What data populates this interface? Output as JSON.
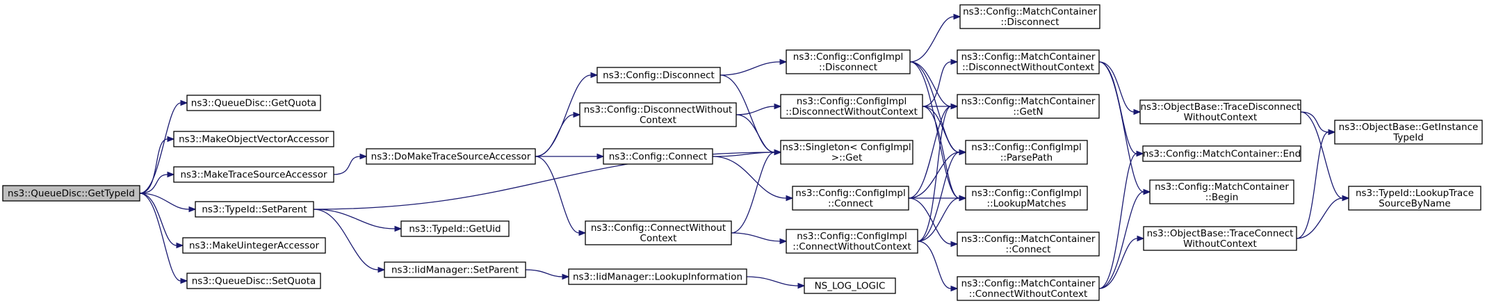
{
  "diagram": {
    "type": "call-graph",
    "colors": {
      "edge": "#191970",
      "root_fill": "#bfbfbf",
      "node_fill": "#ffffff",
      "border": "#000000"
    },
    "nodes": [
      {
        "id": "n_getTypeId",
        "lines": [
          "ns3::QueueDisc::GetTypeId"
        ],
        "root": true
      },
      {
        "id": "n_getQuota",
        "lines": [
          "ns3::QueueDisc::GetQuota"
        ]
      },
      {
        "id": "n_makeObjVec",
        "lines": [
          "ns3::MakeObjectVectorAccessor"
        ]
      },
      {
        "id": "n_makeTraceSrc",
        "lines": [
          "ns3::MakeTraceSourceAccessor"
        ]
      },
      {
        "id": "n_typeIdSetParent",
        "lines": [
          "ns3::TypeId::SetParent"
        ]
      },
      {
        "id": "n_makeUint",
        "lines": [
          "ns3::MakeUintegerAccessor"
        ]
      },
      {
        "id": "n_setQuota",
        "lines": [
          "ns3::QueueDisc::SetQuota"
        ]
      },
      {
        "id": "n_doMake",
        "lines": [
          "ns3::DoMakeTraceSourceAccessor"
        ]
      },
      {
        "id": "n_getUid",
        "lines": [
          "ns3::TypeId::GetUid"
        ]
      },
      {
        "id": "n_iidSetParent",
        "lines": [
          "ns3::IidManager::SetParent"
        ]
      },
      {
        "id": "n_cfgDisconnect",
        "lines": [
          "ns3::Config::Disconnect"
        ]
      },
      {
        "id": "n_cfgDisconnectWC",
        "lines": [
          "ns3::Config::DisconnectWithout",
          "Context"
        ]
      },
      {
        "id": "n_cfgConnect",
        "lines": [
          "ns3::Config::Connect"
        ]
      },
      {
        "id": "n_cfgConnectWC",
        "lines": [
          "ns3::Config::ConnectWithout",
          "Context"
        ]
      },
      {
        "id": "n_iidLookup",
        "lines": [
          "ns3::IidManager::LookupInformation"
        ]
      },
      {
        "id": "n_implDisconnect",
        "lines": [
          "ns3::Config::ConfigImpl",
          "::Disconnect"
        ]
      },
      {
        "id": "n_implDisconnectWC",
        "lines": [
          "ns3::Config::ConfigImpl",
          "::DisconnectWithoutContext"
        ]
      },
      {
        "id": "n_singletonGet",
        "lines": [
          "ns3::Singleton< ConfigImpl",
          ">::Get"
        ]
      },
      {
        "id": "n_implConnect",
        "lines": [
          "ns3::Config::ConfigImpl",
          "::Connect"
        ]
      },
      {
        "id": "n_implConnectWC",
        "lines": [
          "ns3::Config::ConfigImpl",
          "::ConnectWithoutContext"
        ]
      },
      {
        "id": "n_nsLogLogic",
        "lines": [
          "NS_LOG_LOGIC"
        ]
      },
      {
        "id": "n_mcDisconnect",
        "lines": [
          "ns3::Config::MatchContainer",
          "::Disconnect"
        ]
      },
      {
        "id": "n_mcDisconnectWC",
        "lines": [
          "ns3::Config::MatchContainer",
          "::DisconnectWithoutContext"
        ]
      },
      {
        "id": "n_mcGetN",
        "lines": [
          "ns3::Config::MatchContainer",
          "::GetN"
        ]
      },
      {
        "id": "n_implParsePath",
        "lines": [
          "ns3::Config::ConfigImpl",
          "::ParsePath"
        ]
      },
      {
        "id": "n_implLookupMatches",
        "lines": [
          "ns3::Config::ConfigImpl",
          "::LookupMatches"
        ]
      },
      {
        "id": "n_mcConnect",
        "lines": [
          "ns3::Config::MatchContainer",
          "::Connect"
        ]
      },
      {
        "id": "n_mcConnectWC",
        "lines": [
          "ns3::Config::MatchContainer",
          "::ConnectWithoutContext"
        ]
      },
      {
        "id": "n_obTraceDisconnectWC",
        "lines": [
          "ns3::ObjectBase::TraceDisconnect",
          "WithoutContext"
        ]
      },
      {
        "id": "n_mcEnd",
        "lines": [
          "ns3::Config::MatchContainer::End"
        ]
      },
      {
        "id": "n_mcBegin",
        "lines": [
          "ns3::Config::MatchContainer",
          "::Begin"
        ]
      },
      {
        "id": "n_obTraceConnectWC",
        "lines": [
          "ns3::ObjectBase::TraceConnect",
          "WithoutContext"
        ]
      },
      {
        "id": "n_obGetInstanceTypeId",
        "lines": [
          "ns3::ObjectBase::GetInstance",
          "TypeId"
        ]
      },
      {
        "id": "n_typeIdLookupTrace",
        "lines": [
          "ns3::TypeId::LookupTrace",
          "SourceByName"
        ]
      }
    ],
    "edges": [
      [
        "n_getTypeId",
        "n_getQuota"
      ],
      [
        "n_getTypeId",
        "n_makeObjVec"
      ],
      [
        "n_getTypeId",
        "n_makeTraceSrc"
      ],
      [
        "n_getTypeId",
        "n_typeIdSetParent"
      ],
      [
        "n_getTypeId",
        "n_makeUint"
      ],
      [
        "n_getTypeId",
        "n_setQuota"
      ],
      [
        "n_makeTraceSrc",
        "n_doMake"
      ],
      [
        "n_typeIdSetParent",
        "n_singletonGet"
      ],
      [
        "n_typeIdSetParent",
        "n_getUid"
      ],
      [
        "n_typeIdSetParent",
        "n_iidSetParent"
      ],
      [
        "n_doMake",
        "n_cfgDisconnect"
      ],
      [
        "n_doMake",
        "n_cfgDisconnectWC"
      ],
      [
        "n_doMake",
        "n_cfgConnect"
      ],
      [
        "n_doMake",
        "n_cfgConnectWC"
      ],
      [
        "n_iidSetParent",
        "n_iidLookup"
      ],
      [
        "n_iidLookup",
        "n_nsLogLogic"
      ],
      [
        "n_cfgDisconnect",
        "n_implDisconnect"
      ],
      [
        "n_cfgDisconnect",
        "n_singletonGet"
      ],
      [
        "n_cfgDisconnectWC",
        "n_implDisconnectWC"
      ],
      [
        "n_cfgDisconnectWC",
        "n_singletonGet"
      ],
      [
        "n_cfgConnect",
        "n_singletonGet"
      ],
      [
        "n_cfgConnect",
        "n_implConnect"
      ],
      [
        "n_cfgConnectWC",
        "n_singletonGet"
      ],
      [
        "n_cfgConnectWC",
        "n_implConnectWC"
      ],
      [
        "n_implDisconnect",
        "n_mcDisconnect"
      ],
      [
        "n_implDisconnect",
        "n_mcGetN"
      ],
      [
        "n_implDisconnect",
        "n_implParsePath"
      ],
      [
        "n_implDisconnect",
        "n_implLookupMatches"
      ],
      [
        "n_implDisconnectWC",
        "n_mcDisconnectWC"
      ],
      [
        "n_implDisconnectWC",
        "n_mcGetN"
      ],
      [
        "n_implDisconnectWC",
        "n_implParsePath"
      ],
      [
        "n_implDisconnectWC",
        "n_implLookupMatches"
      ],
      [
        "n_implConnect",
        "n_mcGetN"
      ],
      [
        "n_implConnect",
        "n_implParsePath"
      ],
      [
        "n_implConnect",
        "n_implLookupMatches"
      ],
      [
        "n_implConnect",
        "n_mcConnect"
      ],
      [
        "n_implConnectWC",
        "n_mcGetN"
      ],
      [
        "n_implConnectWC",
        "n_implParsePath"
      ],
      [
        "n_implConnectWC",
        "n_implLookupMatches"
      ],
      [
        "n_implConnectWC",
        "n_mcConnectWC"
      ],
      [
        "n_mcDisconnectWC",
        "n_obTraceDisconnectWC"
      ],
      [
        "n_mcDisconnectWC",
        "n_mcEnd"
      ],
      [
        "n_mcDisconnectWC",
        "n_mcBegin"
      ],
      [
        "n_mcConnectWC",
        "n_mcEnd"
      ],
      [
        "n_mcConnectWC",
        "n_mcBegin"
      ],
      [
        "n_mcConnectWC",
        "n_obTraceConnectWC"
      ],
      [
        "n_obTraceDisconnectWC",
        "n_obGetInstanceTypeId"
      ],
      [
        "n_obTraceDisconnectWC",
        "n_typeIdLookupTrace"
      ],
      [
        "n_obTraceConnectWC",
        "n_obGetInstanceTypeId"
      ],
      [
        "n_obTraceConnectWC",
        "n_typeIdLookupTrace"
      ]
    ]
  }
}
